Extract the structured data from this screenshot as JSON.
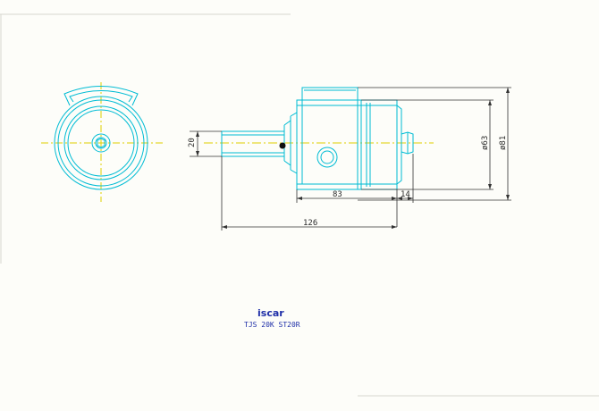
{
  "drawing": {
    "dimensions": {
      "shank_dia": "20",
      "body_len": "83",
      "end_len": "14",
      "overall_len": "126",
      "dia_inner": "ø63",
      "dia_outer": "ø81"
    },
    "brand": "iscar",
    "caption": "TJS 20K ST20R",
    "colors": {
      "outline": "#00bcd4",
      "centerline": "#e0d000",
      "dimension": "#333333",
      "caption": "#1f2fa8",
      "background": "#fdfdf9"
    }
  }
}
